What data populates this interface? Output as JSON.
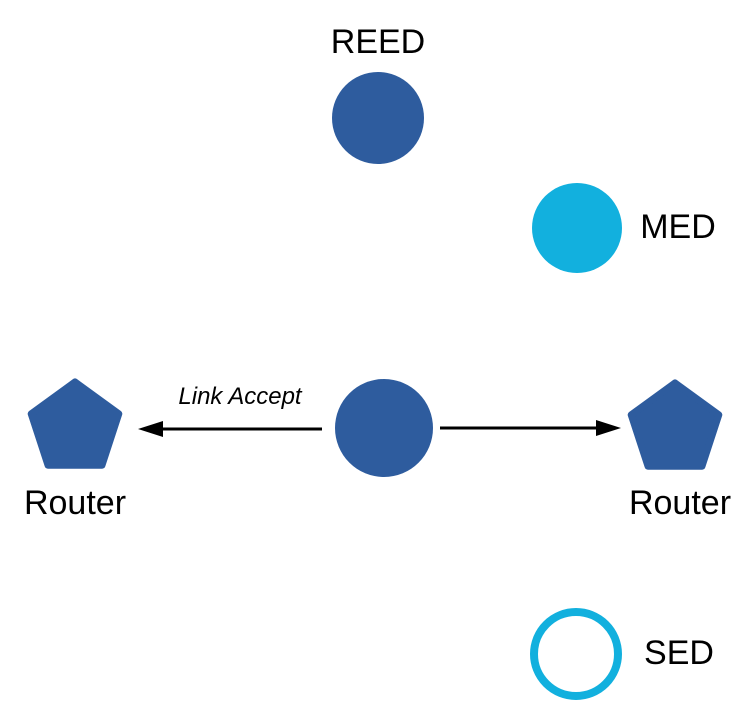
{
  "colors": {
    "node_blue": "#2E5C9E",
    "node_cyan": "#12B0DE",
    "arrow": "#000000",
    "background": "#FFFFFF",
    "text": "#000000"
  },
  "nodes": {
    "reed": {
      "label": "REED",
      "shape": "circle",
      "style": "filled-blue"
    },
    "med": {
      "label": "MED",
      "shape": "circle",
      "style": "filled-cyan"
    },
    "center": {
      "label": "",
      "shape": "circle",
      "style": "filled-blue"
    },
    "router_left": {
      "label": "Router",
      "shape": "pentagon",
      "style": "filled-blue"
    },
    "router_right": {
      "label": "Router",
      "shape": "pentagon",
      "style": "filled-blue"
    },
    "sed": {
      "label": "SED",
      "shape": "circle",
      "style": "outline-cyan"
    }
  },
  "edges": {
    "to_router_left": {
      "label": "Link Accept",
      "from": "center",
      "to": "router_left",
      "direction": "left"
    },
    "to_router_right": {
      "label": "",
      "from": "center",
      "to": "router_right",
      "direction": "right"
    }
  }
}
